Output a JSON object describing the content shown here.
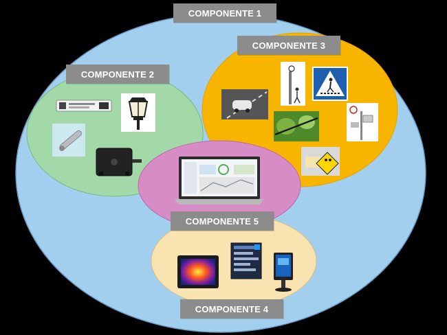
{
  "labels": {
    "c1": "COMPONENTE 1",
    "c2": "COMPONENTE 2",
    "c3": "COMPONENTE 3",
    "c4": "COMPONENTE 4",
    "c5": "COMPONENTE 5"
  },
  "colors": {
    "component1": "#a3cfee",
    "component2": "#a3d8a8",
    "component3": "#f7b500",
    "component4": "#f9e3b1",
    "component5": "#d88cc6",
    "label_bg": "#8c8c8c",
    "background": "#000000"
  },
  "icons": {
    "component2": [
      "sensor-module-icon",
      "street-lamp-icon",
      "cylindrical-sensor-icon",
      "control-box-icon"
    ],
    "component3": [
      "traffic-camera-icon",
      "pedestrian-pole-icon",
      "crosswalk-sign-icon",
      "irrigation-sensor-icon",
      "weather-station-icon",
      "school-sign-icon"
    ],
    "component5": [
      "laptop-dashboard-icon"
    ],
    "component4": [
      "display-screen-icon",
      "info-panel-icon",
      "kiosk-totem-icon"
    ]
  }
}
